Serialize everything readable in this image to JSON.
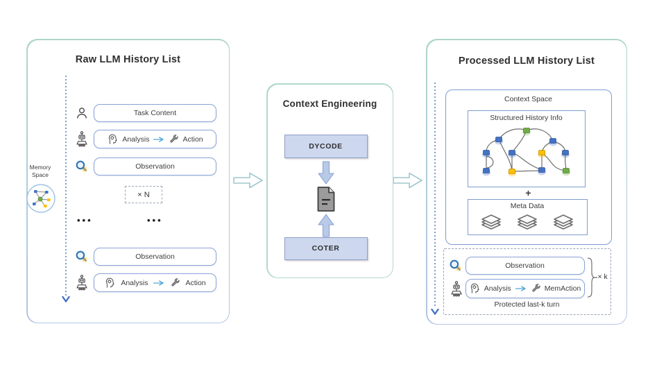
{
  "left_panel": {
    "title": "Raw LLM History List",
    "memory_space_label": "Memory Space",
    "task_row_label": "Task Content",
    "analysis_label": "Analysis",
    "action_label": "Action",
    "observation_label": "Observation",
    "repeat_badge": "× N",
    "ellipsis": "•••"
  },
  "middle_panel": {
    "title": "Context Engineering",
    "top_box_label": "DYCODE",
    "bottom_box_label": "COTER"
  },
  "right_panel": {
    "title": "Processed LLM History List",
    "context_space_title": "Context Space",
    "structured_title": "Structured History Info",
    "plus_sign": "+",
    "meta_title": "Meta Data",
    "observation_label": "Observation",
    "analysis_label": "Analysis",
    "memaction_label": "MemAction",
    "protected_label": "Protected last-k turn",
    "repeat_badge": "× k"
  },
  "colors": {
    "accent_blue": "#4472c4",
    "teal_border": "#aed5cb",
    "blue_border": "#a9bfe2",
    "row_border": "#89a4d6",
    "box_fill": "#cdd8ef",
    "node_blue": "#4472c4",
    "node_yellow": "#ffc000",
    "node_green": "#70ad47"
  }
}
